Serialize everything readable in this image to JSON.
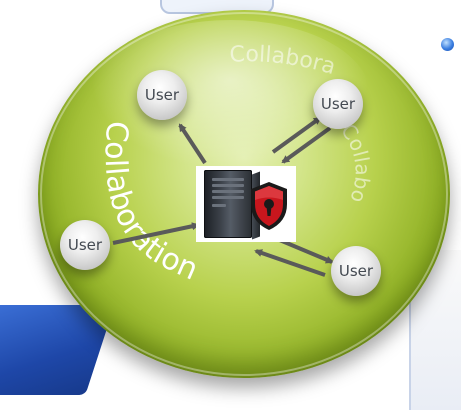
{
  "diagram": {
    "curved_label_main": "Collaboration",
    "curved_label_top": "Collaboration",
    "curved_label_right": "Collaboration",
    "server_icon": "server-icon",
    "lock_icon": "lock-icon",
    "users": [
      {
        "label": "User"
      },
      {
        "label": "User"
      },
      {
        "label": "User"
      },
      {
        "label": "User"
      }
    ]
  },
  "colors": {
    "disc_green": "#8fb024",
    "shield_red": "#c8161d",
    "arrow_gray": "#5a5a5a"
  }
}
